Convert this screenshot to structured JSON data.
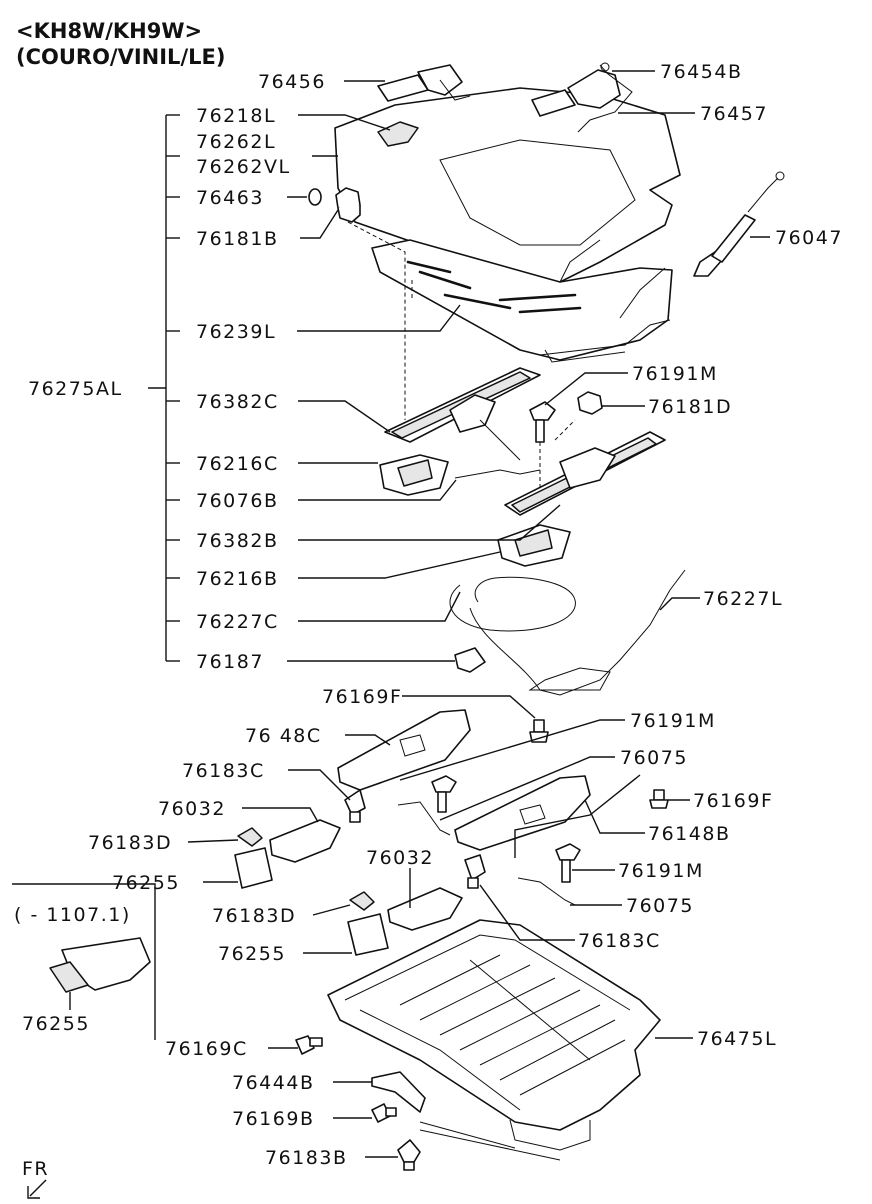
{
  "header": {
    "title_line1": "<KH8W/KH9W>",
    "title_line2": "(COURO/VINIL/LE)"
  },
  "labels": {
    "p76456": "76456",
    "p76454B": "76454B",
    "p76457": "76457",
    "p76218L": "76218L",
    "p76262L": "76262L",
    "p76262VL": "76262VL",
    "p76463": "76463",
    "p76181B": "76181B",
    "p76047": "76047",
    "p76239L": "76239L",
    "p76275AL": "76275AL",
    "p76191M_a": "76191M",
    "p76382C": "76382C",
    "p76181D": "76181D",
    "p76216C": "76216C",
    "p76076B": "76076B",
    "p76382B": "76382B",
    "p76216B": "76216B",
    "p76227C": "76227C",
    "p76227L": "76227L",
    "p76187": "76187",
    "p76169F_a": "76169F",
    "p76148C": "76 48C",
    "p76191M_b": "76191M",
    "p76075_a": "76075",
    "p76183C_a": "76183C",
    "p76169F_b": "76169F",
    "p76032_a": "76032",
    "p76148B": "76148B",
    "p76183D_a": "76183D",
    "p76191M_c": "76191M",
    "p76255_a": "76255",
    "p76032_b": "76032",
    "p76075_b": "76075",
    "p76183D_b": "76183D",
    "p76183C_b": "76183C",
    "p76255_b": "76255",
    "p76475L": "76475L",
    "p76169C": "76169C",
    "p76444B": "76444B",
    "p76169B": "76169B",
    "p76183B": "76183B",
    "inset_range": "( - 1107.1)",
    "inset_part": "76255",
    "fr_marker": "FR"
  },
  "colors": {
    "line": "#111111",
    "background": "#ffffff",
    "fill_grey": "#e6e6e6"
  }
}
